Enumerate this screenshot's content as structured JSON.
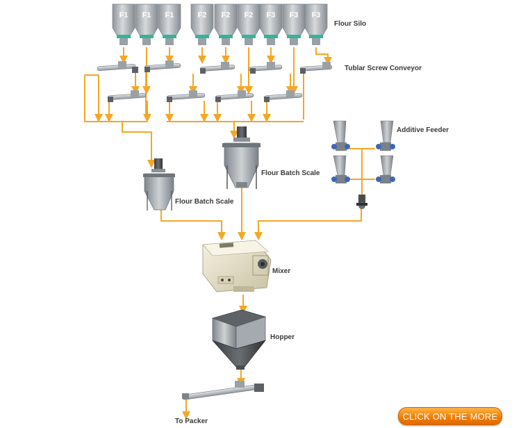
{
  "diagram": {
    "silos": [
      "F1",
      "F1",
      "F1",
      "F2",
      "F2",
      "F2",
      "F3",
      "F3",
      "F3"
    ],
    "labels": {
      "flour_silo": "Flour Silo",
      "screw_conveyor": "Tublar Screw Conveyor",
      "additive_feeder": "Additive Feeder",
      "batch_scale_center": "Flour Batch Scale",
      "batch_scale_left": "Flour Batch Scale",
      "mixer": "Mixer",
      "hopper": "Hopper",
      "to_packer": "To Packer"
    },
    "colors": {
      "flow_line": "#f5a623",
      "silo_body": "#b9bec3",
      "silo_band": "#35b39a",
      "machine_cream": "#ece6cc"
    }
  },
  "button": {
    "label": "CLICK ON THE MORE"
  }
}
